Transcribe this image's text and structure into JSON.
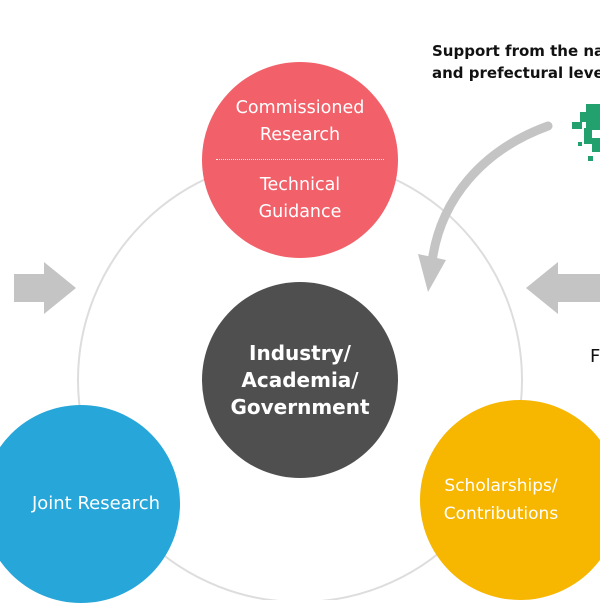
{
  "colors": {
    "red": "#f2616a",
    "dark": "#4f4f4f",
    "blue": "#27a6d9",
    "yellow": "#f7b600",
    "ring": "#dddddd",
    "arrow_gray": "#c4c4c4",
    "map_green": "#22a06e"
  },
  "nodes": {
    "top": {
      "parts": [
        [
          "Commissioned",
          "Research"
        ],
        [
          "Technical",
          "Guidance"
        ]
      ]
    },
    "center": [
      "Industry/",
      "Academia/",
      "Government"
    ],
    "left": [
      "Joint Research"
    ],
    "right": [
      "Scholarships/",
      "Contributions"
    ]
  },
  "support": [
    "Support from the na",
    "and prefectural leve"
  ],
  "right_letter": "F",
  "icons": {
    "left_arrow": "right-arrow-icon",
    "right_arrow": "left-arrow-icon",
    "curved_arrow": "curved-arrow-icon",
    "map": "japan-map-icon"
  }
}
